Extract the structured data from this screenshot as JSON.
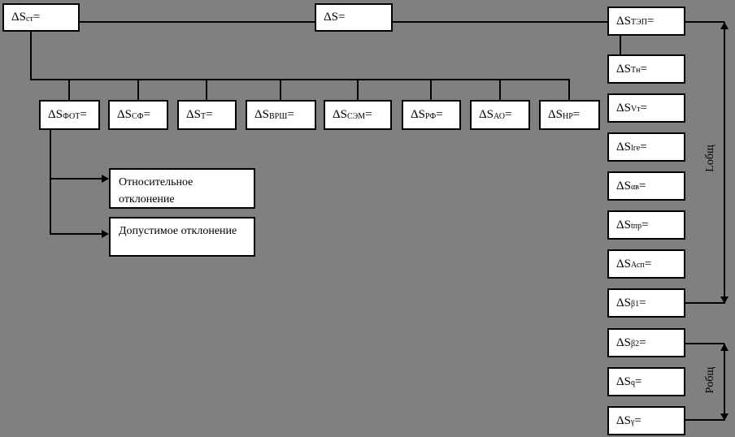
{
  "colors": {
    "background": "#808080",
    "box_fill": "#ffffff",
    "line": "#000000"
  },
  "top_row": {
    "st": {
      "pre": "ΔS",
      "sub": "ст",
      "eq": "="
    },
    "s": {
      "pre": "ΔS",
      "sub": "",
      "eq": "="
    }
  },
  "row2": [
    {
      "pre": "ΔS",
      "sub": "ФОТ",
      "eq": "="
    },
    {
      "pre": "ΔS",
      "sub": "СФ",
      "eq": "="
    },
    {
      "pre": "ΔS",
      "sub": "Т",
      "eq": "="
    },
    {
      "pre": "ΔS",
      "sub": "ВРШ",
      "eq": "="
    },
    {
      "pre": "ΔS",
      "sub": "СЭМ",
      "eq": "="
    },
    {
      "pre": "ΔS",
      "sub": "РФ",
      "eq": "="
    },
    {
      "pre": "ΔS",
      "sub": "АО",
      "eq": "="
    },
    {
      "pre": "ΔS",
      "sub": "НР",
      "eq": "="
    }
  ],
  "right_column": [
    {
      "pre": "ΔS",
      "sub": "ТЭП",
      "eq": "="
    },
    {
      "pre": "ΔS",
      "sub": "Тн",
      "eq": "="
    },
    {
      "pre": "ΔS",
      "sub": "Vт",
      "eq": "="
    },
    {
      "pre": "ΔS",
      "sub": "lге",
      "eq": "="
    },
    {
      "pre": "ΔS",
      "sub": "αв",
      "eq": "="
    },
    {
      "pre": "ΔS",
      "sub": "tпр",
      "eq": "="
    },
    {
      "pre": "ΔS",
      "sub": "Асп",
      "eq": "="
    },
    {
      "pre": "ΔS",
      "sub": "β1",
      "eq": "="
    },
    {
      "pre": "ΔS",
      "sub": "β2",
      "eq": "="
    },
    {
      "pre": "ΔS",
      "sub": "q",
      "eq": "="
    },
    {
      "pre": "ΔS",
      "sub": "γ",
      "eq": "="
    }
  ],
  "deviation_boxes": [
    {
      "text": "Относительное отклонение"
    },
    {
      "text": "Допустимое отклонение"
    }
  ],
  "brackets": [
    {
      "label": "Lобщ"
    },
    {
      "label": "Pобщ"
    }
  ]
}
